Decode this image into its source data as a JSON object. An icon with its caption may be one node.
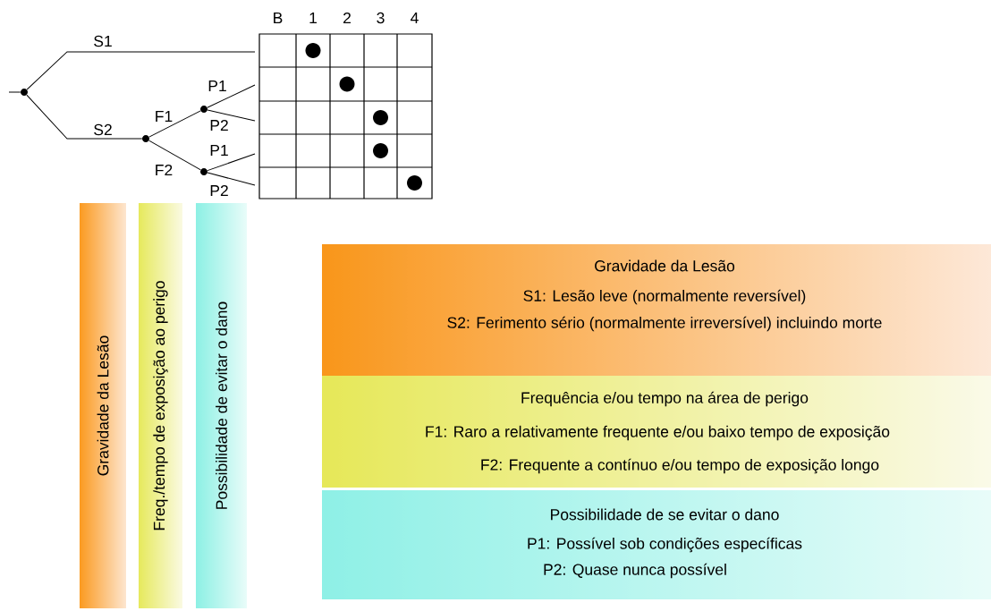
{
  "diagram": {
    "nodes": [
      {
        "text": [],
        "shape": "circle"
      },
      {
        "text": [],
        "shape": "circle"
      },
      {
        "text": [],
        "shape": "circle"
      },
      {
        "text": [],
        "shape": "circle"
      },
      {
        "text": [
          "Gravidade da Lesão"
        ]
      },
      {
        "text": [
          "Freq./tempo de exposição ao perigo"
        ]
      },
      {
        "text": [
          "Possibilidade de evitar o dano"
        ]
      },
      {
        "text": [
          "Gravidade da Lesão",
          "S1:  Lesão leve (normalmente reversível)",
          "S2:  Ferimento sério (normalmente irreversível) incluindo morte"
        ]
      },
      {
        "text": [
          "Frequência e/ou tempo na área de perigo",
          "F1:  Raro a relativamente frequente e/ou baixo tempo de exposição",
          "F2:  Frequente a contínuo e/ou tempo de exposição longo"
        ]
      },
      {
        "text": [
          "Possibilidade de se evitar o dano",
          "P1:  Possível sob condições específicas",
          "P2:   Quase nunca possível"
        ]
      }
    ],
    "edges": [
      {
        "from": null,
        "to": 0,
        "arrow": "none"
      },
      {
        "from": 0,
        "to": null,
        "arrow": "none",
        "label": "S1"
      },
      {
        "from": 0,
        "to": 1,
        "arrow": "none",
        "label": "S2"
      },
      {
        "from": 1,
        "to": 2,
        "arrow": "none",
        "label": "F1"
      },
      {
        "from": 1,
        "to": 3,
        "arrow": "none",
        "label": "F2"
      },
      {
        "from": 2,
        "to": null,
        "arrow": "none",
        "label": "P1"
      },
      {
        "from": 2,
        "to": null,
        "arrow": "none",
        "label": "P2"
      },
      {
        "from": 3,
        "to": null,
        "arrow": "none",
        "label": "P1"
      },
      {
        "from": 3,
        "to": null,
        "arrow": "none",
        "label": "P2"
      }
    ],
    "labels": [
      "B",
      "1",
      "2",
      "3",
      "4"
    ]
  }
}
